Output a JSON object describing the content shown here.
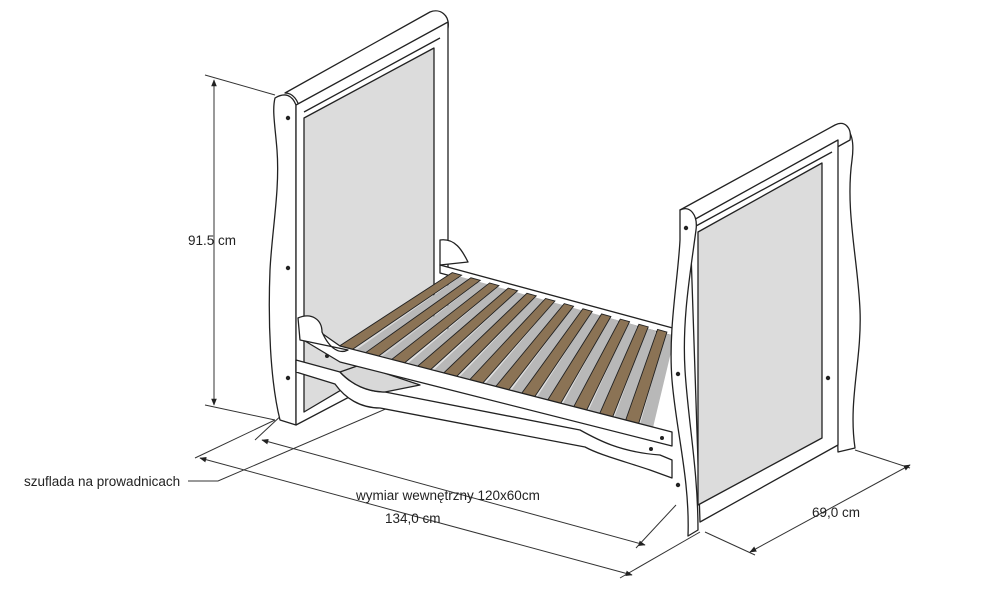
{
  "labels": {
    "height": "91.5 cm",
    "drawer": "szuflada na prowadnicach",
    "inner": "wymiar wewnętrzny 120x60cm",
    "length": "134,0 cm",
    "width": "69,0 cm"
  },
  "colors": {
    "frame": "#ffffff",
    "panel": "#dcdcdc",
    "slat": "#8b7355",
    "slat_shadow": "#b8b8b8",
    "outline": "#222222"
  },
  "slat_count": 12
}
